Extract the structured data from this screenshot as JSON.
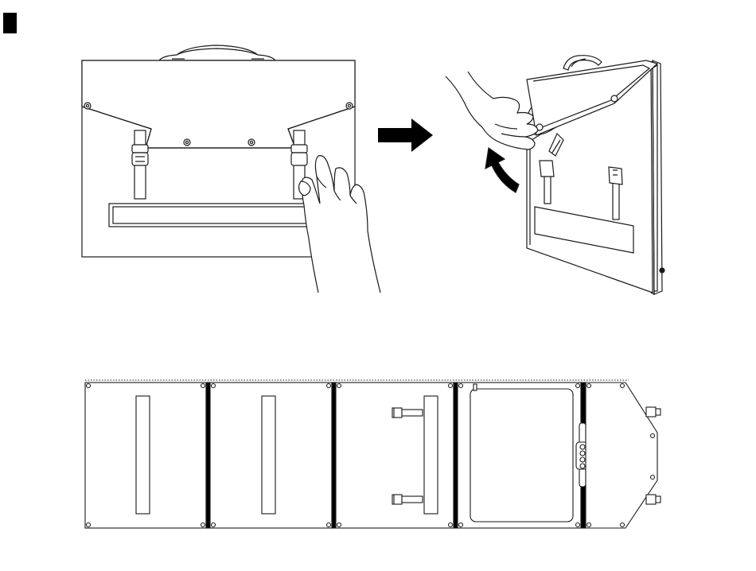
{
  "figure": {
    "step_marker_color": "#000000",
    "line_color": "#1a1a1a",
    "background": "#ffffff"
  },
  "panels": [
    {
      "id": "closed-case",
      "description_icon": "briefcase-icon"
    },
    {
      "id": "opening-case",
      "description_icon": "open-case-icon"
    },
    {
      "id": "unfolded-panels",
      "description_icon": "solar-panel-icon"
    }
  ],
  "icons": [
    "hand-icon",
    "right-arrow-icon",
    "curved-up-arrow-icon",
    "buckle-icon",
    "connector-icon",
    "handle-icon",
    "screw-icon"
  ]
}
